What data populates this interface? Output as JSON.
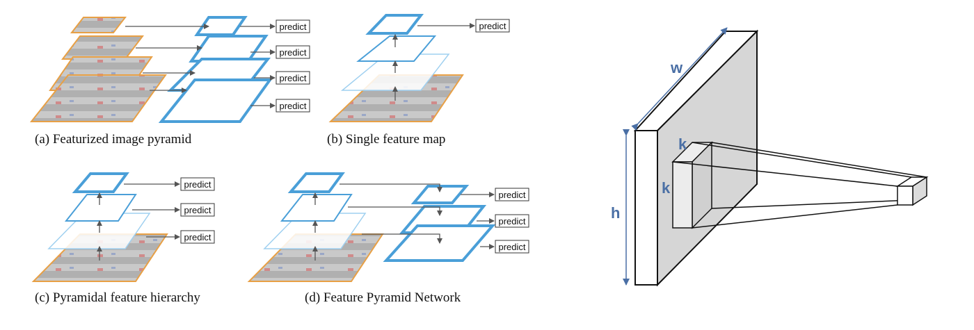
{
  "colors": {
    "feature_blue": "#4a9fd8",
    "image_orange": "#e8a045",
    "arrow_gray": "#555555",
    "dim_blue": "#4a6fa5",
    "face_gray": "#d6d6d6",
    "kernel_gray": "#e6e6e6"
  },
  "panels": {
    "a": {
      "caption": "(a) Featurized image pyramid",
      "predict_labels": [
        "predict",
        "predict",
        "predict",
        "predict"
      ]
    },
    "b": {
      "caption": "(b) Single feature map",
      "predict_labels": [
        "predict"
      ]
    },
    "c": {
      "caption": "(c) Pyramidal feature hierarchy",
      "predict_labels": [
        "predict",
        "predict",
        "predict"
      ]
    },
    "d": {
      "caption": "(d) Feature Pyramid Network",
      "predict_labels": [
        "predict",
        "predict",
        "predict"
      ]
    }
  },
  "conv": {
    "width_label": "w",
    "height_label": "h",
    "kernel_top_label": "k",
    "kernel_side_label": "k"
  }
}
